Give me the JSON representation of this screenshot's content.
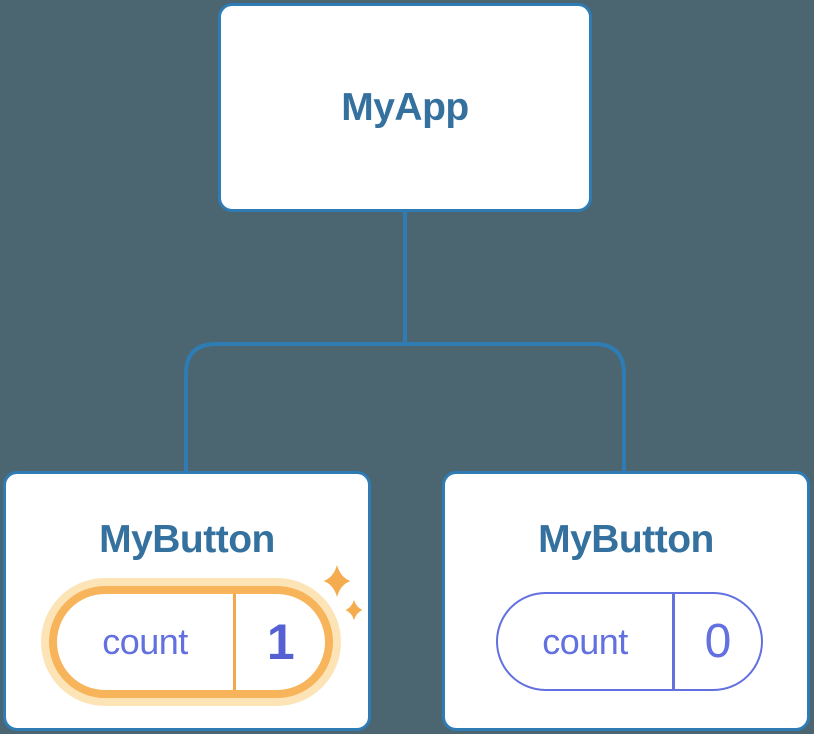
{
  "diagram": {
    "type": "component-tree",
    "background_color": "#4B6670",
    "connector_color": "#2E7CB3",
    "tree": {
      "root": {
        "label": "MyApp"
      },
      "children": [
        {
          "label": "MyButton",
          "state": {
            "name": "count",
            "value": "1"
          },
          "highlighted": true
        },
        {
          "label": "MyButton",
          "state": {
            "name": "count",
            "value": "0"
          },
          "highlighted": false
        }
      ]
    },
    "colors": {
      "node_background": "#FFFFFF",
      "node_border": "#2E7CB3",
      "node_label_text": "#34719E",
      "state_indigo": "#6270E0",
      "state_value_highlight_text": "#5560D2",
      "highlight_ring": "#F7B45A",
      "highlight_halo": "#FCE4B6",
      "highlight_divider": "#F2A94E",
      "sparkle": "#F5AC4E"
    },
    "icons": {
      "sparkle_large": "sparkle-icon",
      "sparkle_small": "sparkle-icon"
    }
  }
}
